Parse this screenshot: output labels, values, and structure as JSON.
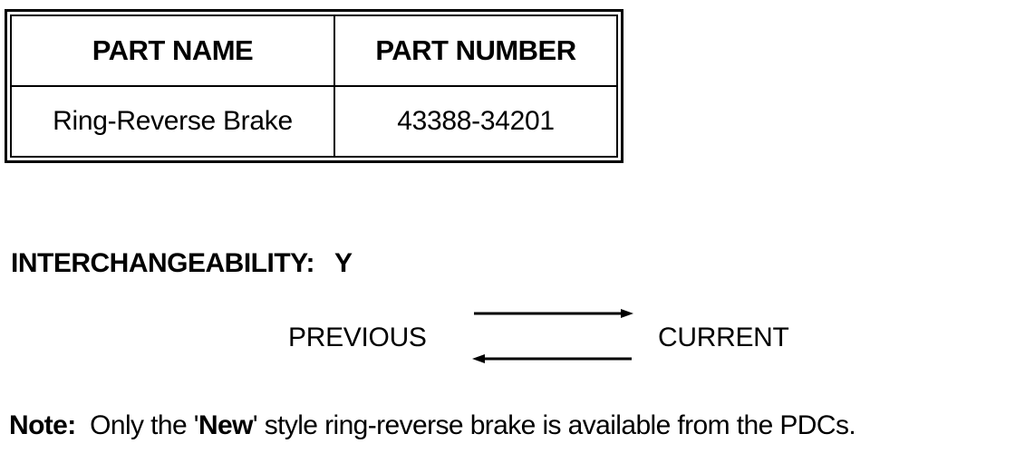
{
  "table": {
    "headers": [
      "PART NAME",
      "PART NUMBER"
    ],
    "rows": [
      [
        "Ring-Reverse Brake",
        "43388-34201"
      ]
    ]
  },
  "interchangeability": {
    "label": "INTERCHANGEABILITY:",
    "value": "Y"
  },
  "direction": {
    "previous": "PREVIOUS",
    "current": "CURRENT"
  },
  "note": {
    "label": "Note:",
    "text_before": "Only the '",
    "emphasis": "New",
    "text_after": "' style ring-reverse brake is available from the PDCs."
  }
}
